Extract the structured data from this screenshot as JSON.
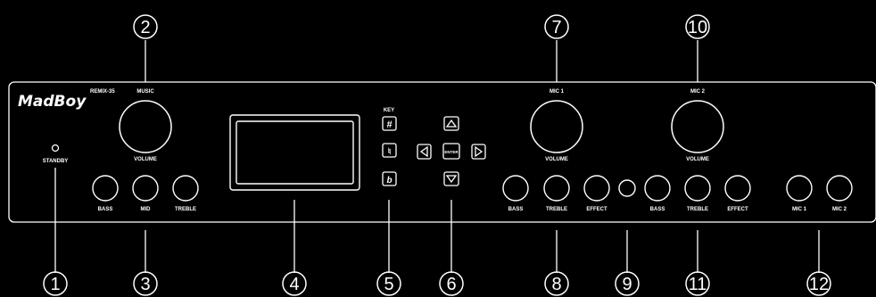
{
  "brand": {
    "logo": "MadBoy",
    "model": "REMIX-35"
  },
  "labels": {
    "standby": "STANDBY",
    "music": "MUSIC",
    "music_volume": "VOLUME",
    "bass_left": "BASS",
    "mid": "MID",
    "treble_left": "TREBLE",
    "key": "KEY",
    "key_sharp": "#",
    "key_natural": "♮",
    "key_flat": "b",
    "enter": "ENTER",
    "mic1": "MIC 1",
    "mic1_volume": "VOLUME",
    "mic1_bass": "BASS",
    "mic1_treble": "TREBLE",
    "mic1_effect": "EFFECT",
    "mic2": "MIC 2",
    "mic2_volume": "VOLUME",
    "mic2_bass": "BASS",
    "mic2_treble": "TREBLE",
    "mic2_effect": "EFFECT",
    "jack_mic1": "MIC 1",
    "jack_mic2": "MIC 2"
  },
  "callouts": [
    "1",
    "2",
    "3",
    "4",
    "5",
    "6",
    "7",
    "8",
    "9",
    "10",
    "11",
    "12"
  ],
  "icons": [
    "standby-led-icon",
    "arrow-up-icon",
    "arrow-down-icon",
    "arrow-left-icon",
    "arrow-right-icon"
  ]
}
